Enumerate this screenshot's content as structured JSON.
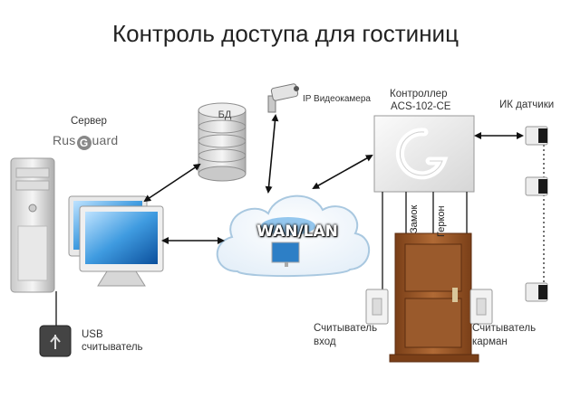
{
  "title": "Контроль доступа для гостиниц",
  "server": {
    "label": "Сервер",
    "logo_part1": "Rus",
    "logo_part2": "uard",
    "logo_badge": "G"
  },
  "database": {
    "label": "БД"
  },
  "camera": {
    "label": "IP Видеокамера"
  },
  "controller": {
    "label_line1": "Контроллер",
    "label_line2": "ACS-102-CE",
    "panel_glyph": "G"
  },
  "sensors": {
    "label": "ИК датчики"
  },
  "network": {
    "label": "WAN/LAN"
  },
  "door": {
    "lock_label": "Замок",
    "reed_label": "Геркон"
  },
  "reader_entry": {
    "line1": "Считыватель",
    "line2": "вход"
  },
  "reader_pocket": {
    "line1": "Считыватель",
    "line2": "карман"
  },
  "usb_reader": {
    "line1": "USB",
    "line2": "считыватель"
  },
  "colors": {
    "arrow": "#111111",
    "cloud_stroke": "#a9c8e0",
    "door_wood": "#9a5a2c",
    "panel": "#eeeeee"
  }
}
